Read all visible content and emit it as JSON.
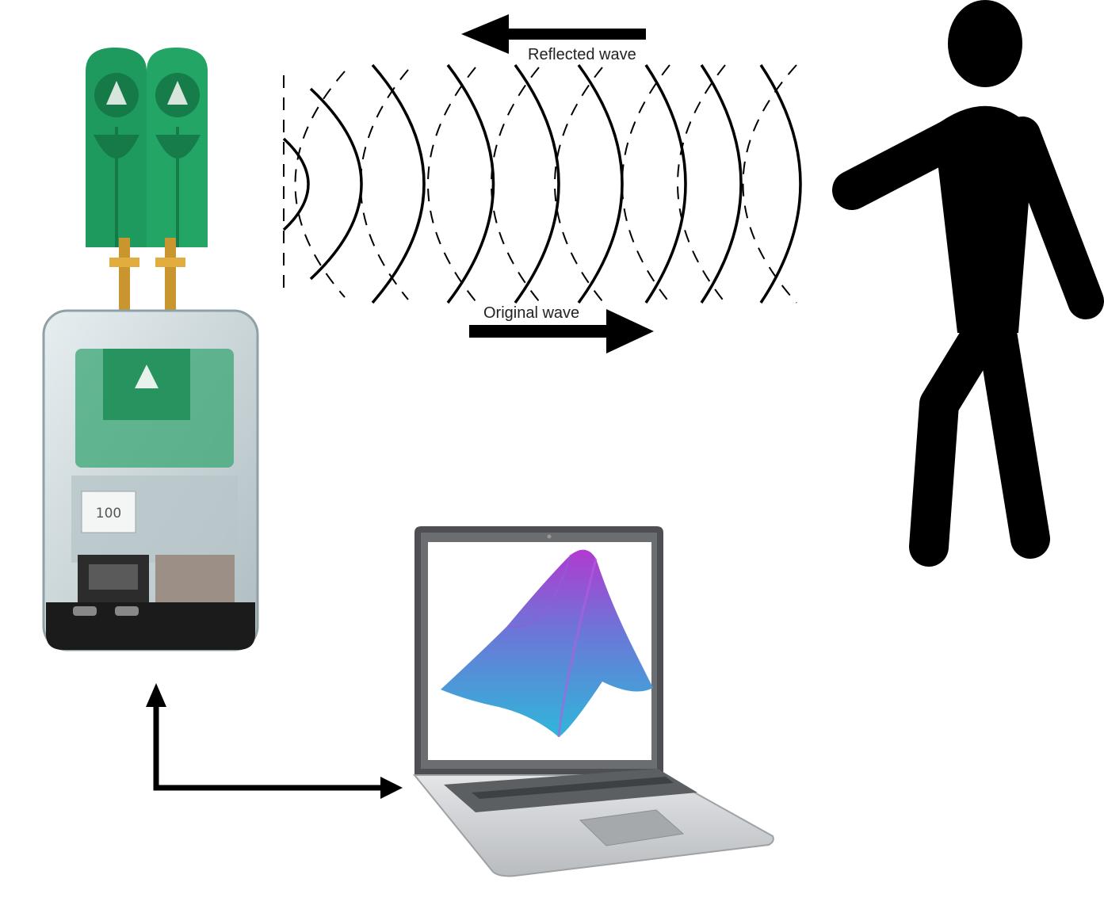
{
  "labels": {
    "reflected": "Reflected wave",
    "original": "Original wave",
    "device_number": "100"
  },
  "colors": {
    "antenna": "#1f9a5e",
    "antenna_dark": "#157a48",
    "case": "#c9d3d6",
    "ink": "#000000",
    "screen_peak": "#a23bd6",
    "screen_base": "#2fb7d9"
  },
  "icons": [
    "radar-device-icon",
    "walking-person-icon",
    "laptop-icon",
    "surface-plot-icon"
  ]
}
